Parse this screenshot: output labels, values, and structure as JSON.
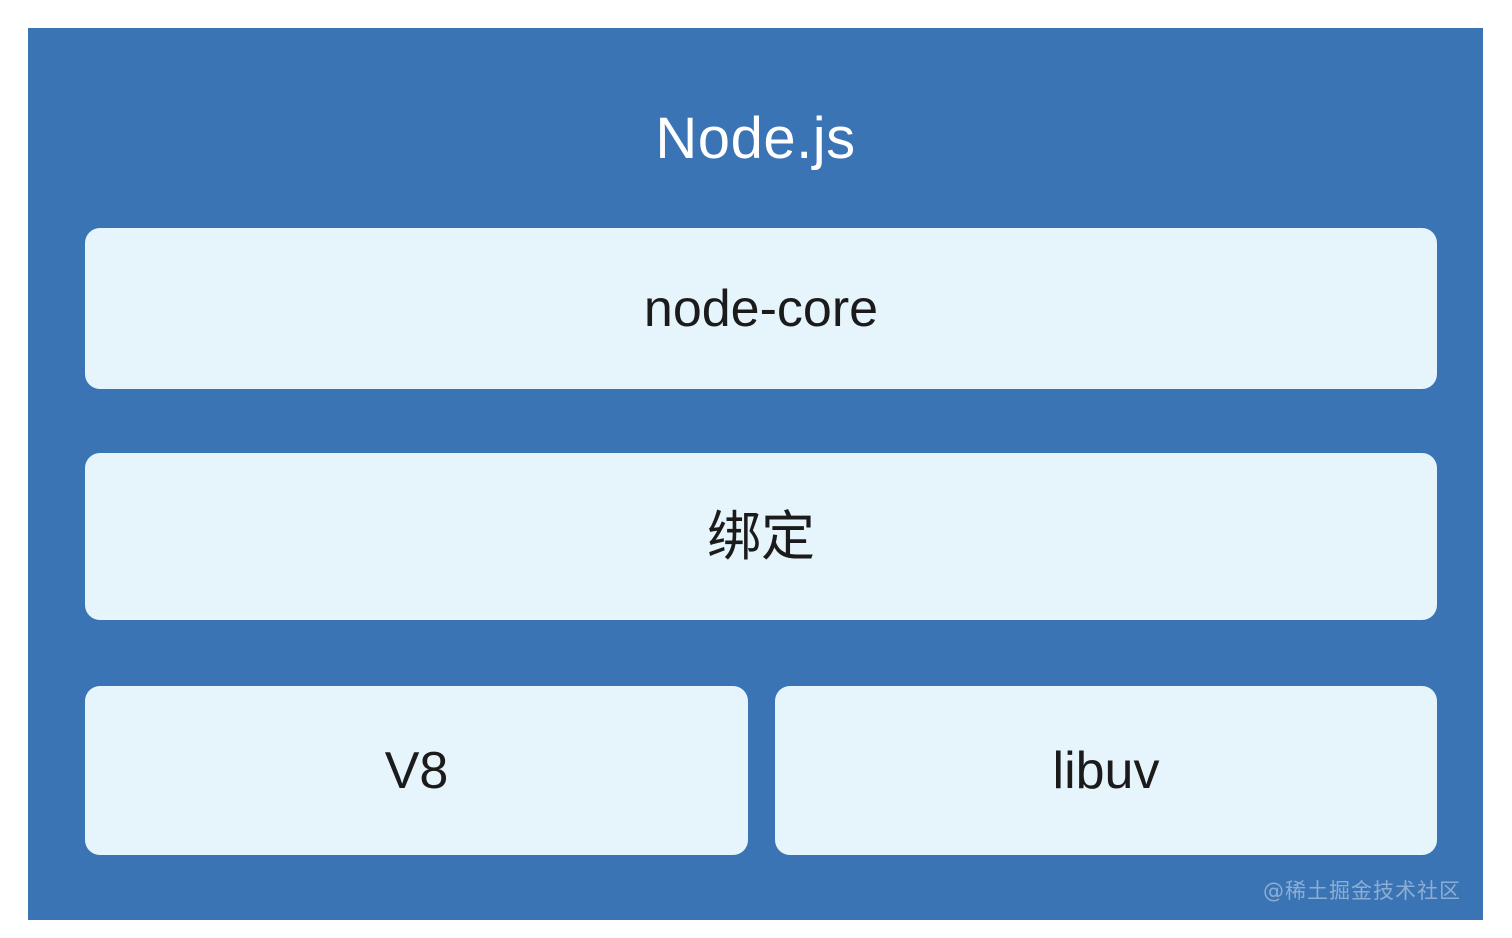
{
  "diagram": {
    "type": "layered-architecture",
    "title": "Node.js",
    "panel_color": "#3a74b4",
    "box_color": "#e6f4fc",
    "title_color": "#ffffff",
    "label_color": "#1b1b1b",
    "rows": [
      {
        "row_index": 1,
        "boxes": [
          {
            "label": "node-core",
            "span": "full"
          }
        ]
      },
      {
        "row_index": 2,
        "boxes": [
          {
            "label": "绑定",
            "span": "full"
          }
        ]
      },
      {
        "row_index": 3,
        "boxes": [
          {
            "label": "V8",
            "span": "half"
          },
          {
            "label": "libuv",
            "span": "half"
          }
        ]
      }
    ]
  },
  "watermark": {
    "text": "@稀土掘金技术社区"
  }
}
